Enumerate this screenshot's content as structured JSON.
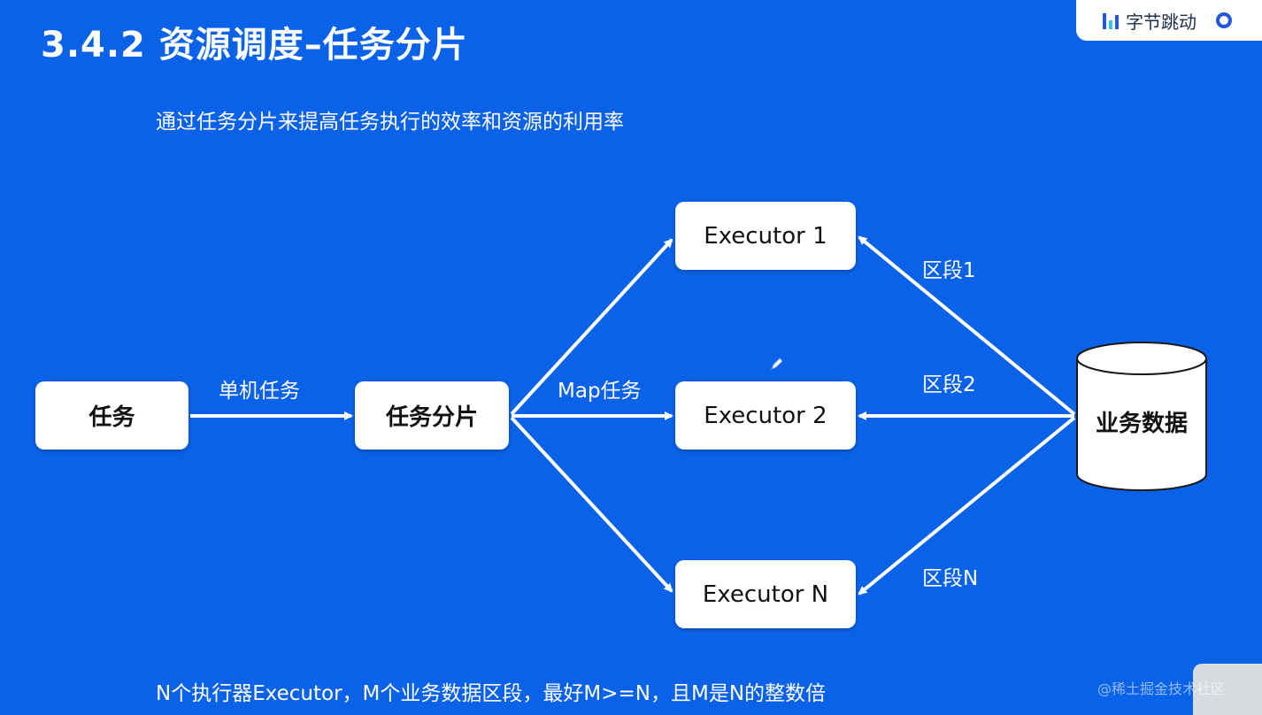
{
  "title": "3.4.2 资源调度–任务分片",
  "subtitle": "通过任务分片来提高任务执行的效率和资源的利用率",
  "footnote": "N个执行器Executor，M个业务数据区段，最好M>=N，且M是N的整数倍",
  "brand": {
    "text": "字节跳动"
  },
  "watermark": "@稀土掘金技术社区",
  "nodes": {
    "task": "任务",
    "shard": "任务分片",
    "executor1": "Executor 1",
    "executor2": "Executor 2",
    "executorN": "Executor N",
    "data": "业务数据"
  },
  "edges": {
    "single": "单机任务",
    "map": "Map任务",
    "seg1": "区段1",
    "seg2": "区段2",
    "segN": "区段N"
  },
  "colors": {
    "background": "#0a62e8",
    "box": "#ffffff",
    "arrow": "#ffffff"
  },
  "icons": [
    "brand-logo-icon",
    "pen-cursor-icon"
  ]
}
